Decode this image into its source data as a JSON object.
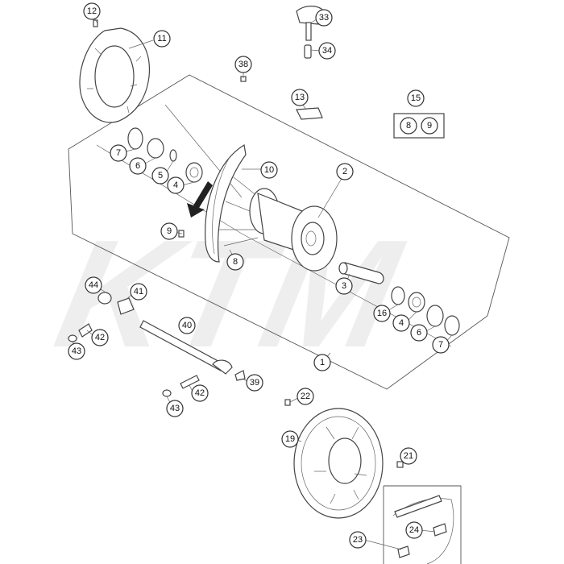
{
  "watermark": "KTM",
  "callouts": [
    {
      "id": "c1",
      "label": "1"
    },
    {
      "id": "c2",
      "label": "2"
    },
    {
      "id": "c3",
      "label": "3"
    },
    {
      "id": "c4a",
      "label": "4"
    },
    {
      "id": "c4b",
      "label": "4"
    },
    {
      "id": "c5",
      "label": "5"
    },
    {
      "id": "c6a",
      "label": "6"
    },
    {
      "id": "c6b",
      "label": "6"
    },
    {
      "id": "c7a",
      "label": "7"
    },
    {
      "id": "c7b",
      "label": "7"
    },
    {
      "id": "c8",
      "label": "8"
    },
    {
      "id": "c9",
      "label": "9"
    },
    {
      "id": "c10",
      "label": "10"
    },
    {
      "id": "c11",
      "label": "11"
    },
    {
      "id": "c12",
      "label": "12"
    },
    {
      "id": "c13",
      "label": "13"
    },
    {
      "id": "c15",
      "label": "15"
    },
    {
      "id": "c15_8",
      "label": "8"
    },
    {
      "id": "c15_9",
      "label": "9"
    },
    {
      "id": "c16",
      "label": "16"
    },
    {
      "id": "c19",
      "label": "19"
    },
    {
      "id": "c21",
      "label": "21"
    },
    {
      "id": "c22",
      "label": "22"
    },
    {
      "id": "c23",
      "label": "23"
    },
    {
      "id": "c24",
      "label": "24"
    },
    {
      "id": "c33",
      "label": "33"
    },
    {
      "id": "c34",
      "label": "34"
    },
    {
      "id": "c38",
      "label": "38"
    },
    {
      "id": "c39",
      "label": "39"
    },
    {
      "id": "c40",
      "label": "40"
    },
    {
      "id": "c41",
      "label": "41"
    },
    {
      "id": "c42a",
      "label": "42"
    },
    {
      "id": "c42b",
      "label": "42"
    },
    {
      "id": "c43a",
      "label": "43"
    },
    {
      "id": "c43b",
      "label": "43"
    },
    {
      "id": "c44",
      "label": "44"
    }
  ]
}
